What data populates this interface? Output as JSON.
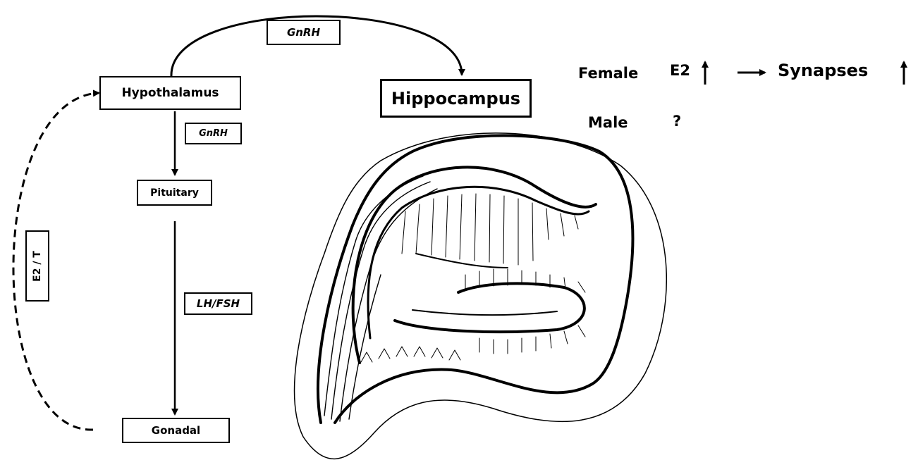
{
  "diagram": {
    "nodes": {
      "hypothalamus": "Hypothalamus",
      "hippocampus": "Hippocampus",
      "pituitary": "Pituitary",
      "gonadal": "Gonadal"
    },
    "edge_labels": {
      "gnrh_top": "GnRH",
      "gnrh_down": "GnRH",
      "lh_fsh": "LH/FSH",
      "e2_t": "E2 / T"
    },
    "side_panel": {
      "female_label": "Female",
      "female_hormone": "E2",
      "synapses_label": "Synapses",
      "male_label": "Male",
      "male_value": "?"
    },
    "illustration": "hippocampus-drawing"
  }
}
